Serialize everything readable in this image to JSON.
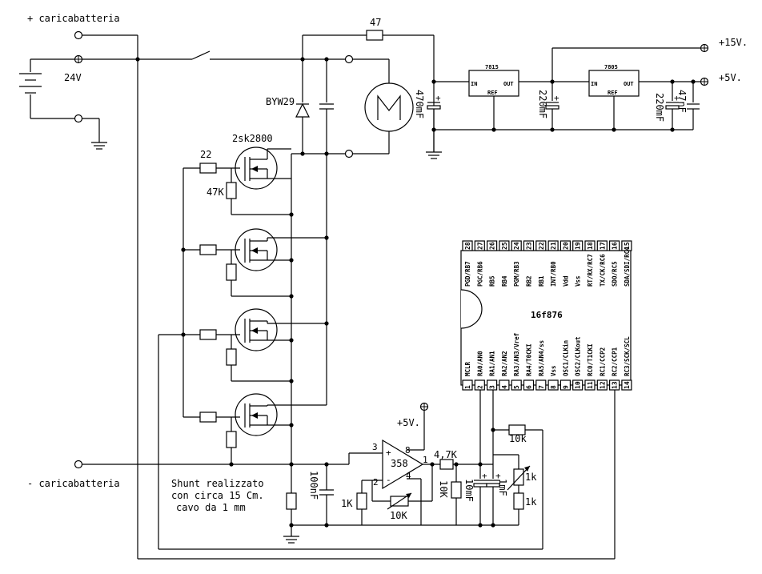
{
  "labels": {
    "charger_plus": "+ caricabatteria",
    "charger_minus": "- caricabatteria",
    "battery_voltage": "24V",
    "r_top": "47",
    "diode": "BYW29",
    "mosfet": "2sk2800",
    "r_gate": "22",
    "r_pull": "47K",
    "reg1": "7815",
    "reg2": "7805",
    "reg_in": "IN",
    "reg_out": "OUT",
    "reg_ref": "REF",
    "cap1": "470mF",
    "cap2": "220mF",
    "cap3": "220mF",
    "cap4": "47nF",
    "out15": "+15V.",
    "out5": "+5V.",
    "opamp": "358",
    "opamp_supply": "+5V.",
    "pin3": "3",
    "pin8": "8",
    "pin2": "2",
    "pin4": "4",
    "pin1": "1",
    "r_47k": "4,7K",
    "r_10k_v": "10K",
    "c_10mf": "10mF",
    "c_1mf": "1mF",
    "r_1k_fb": "1K",
    "pot_10k": "10K",
    "r_10k_h": "10k",
    "pot_1k": "1k",
    "r_1k": "1k",
    "c_100nf": "100nF",
    "shunt_line1": "Shunt realizzato",
    "shunt_line2": "con circa 15 Cm.",
    "shunt_line3": "cavo da 1 mm",
    "mcu": "16f876"
  },
  "mcu_top_pins": [
    {
      "num": "28",
      "name": "PGD/RB7"
    },
    {
      "num": "27",
      "name": "PGC/RB6"
    },
    {
      "num": "26",
      "name": "RB5"
    },
    {
      "num": "25",
      "name": "RB4"
    },
    {
      "num": "24",
      "name": "PGM/RB3"
    },
    {
      "num": "23",
      "name": "RB2"
    },
    {
      "num": "22",
      "name": "RB1"
    },
    {
      "num": "21",
      "name": "INT/RB0"
    },
    {
      "num": "20",
      "name": "Vdd"
    },
    {
      "num": "19",
      "name": "Vss"
    },
    {
      "num": "18",
      "name": "RT/RX/RC7"
    },
    {
      "num": "17",
      "name": "TX/CK/RC6"
    },
    {
      "num": "16",
      "name": "SDO/RC5"
    },
    {
      "num": "15",
      "name": "SDA/SDI/RC4"
    }
  ],
  "mcu_bottom_pins": [
    {
      "num": "1",
      "name": "MCLR"
    },
    {
      "num": "2",
      "name": "RA0/AN0"
    },
    {
      "num": "3",
      "name": "RA1/AN1"
    },
    {
      "num": "4",
      "name": "RA2/AN2"
    },
    {
      "num": "5",
      "name": "RA3/AN3/Vref"
    },
    {
      "num": "6",
      "name": "RA4/T0CKI"
    },
    {
      "num": "7",
      "name": "RA5/AN4/ss"
    },
    {
      "num": "8",
      "name": "Vss"
    },
    {
      "num": "9",
      "name": "OSC1/CLKin"
    },
    {
      "num": "10",
      "name": "OSC2/CLKout"
    },
    {
      "num": "11",
      "name": "RC0/T1CKI"
    },
    {
      "num": "12",
      "name": "RC1/CCP2"
    },
    {
      "num": "13",
      "name": "RC2/CCP1"
    },
    {
      "num": "14",
      "name": "RC3/SCK/SCL"
    }
  ]
}
